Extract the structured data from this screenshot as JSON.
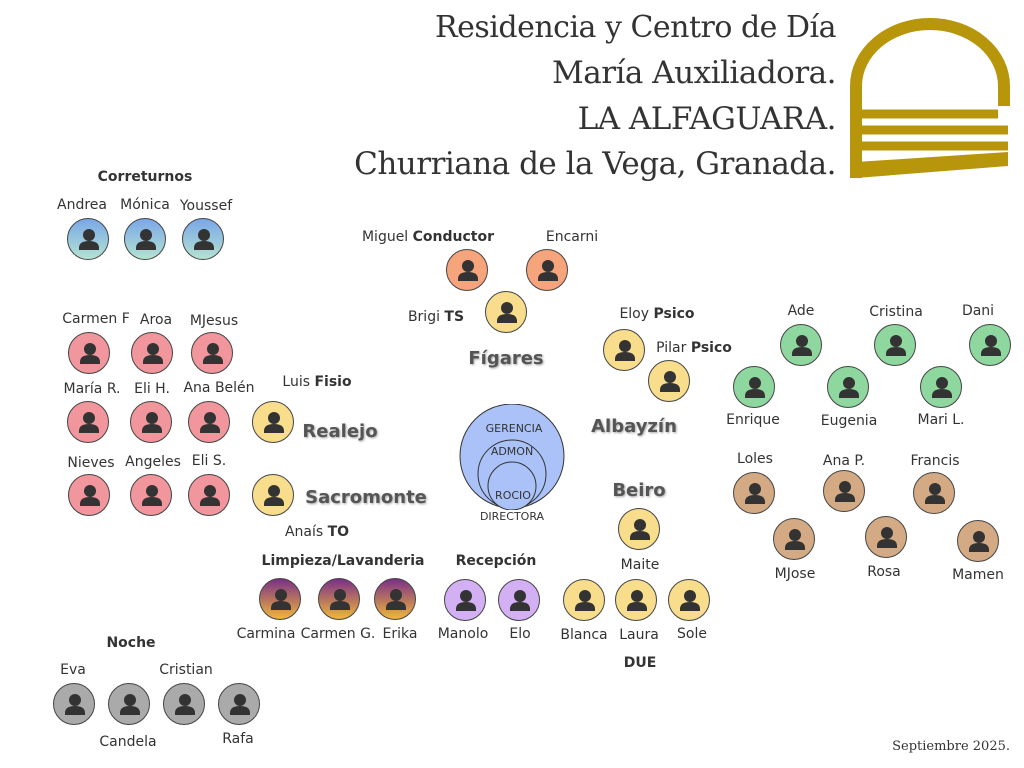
{
  "header": {
    "title_lines": [
      "Residencia y Centro de Día",
      "María Auxiliadora.",
      "LA ALFAGUARA.",
      "Churriana de la  Vega, Granada."
    ],
    "logo_color": "#b8960c"
  },
  "colors": {
    "correturnos": "#7aa7e8",
    "realejo": "#f1969c",
    "yellow": "#f8dd8c",
    "orange": "#f5a47c",
    "albayzin_team": "#8ed8a0",
    "beiro_team": "#d3aa84",
    "limpieza": "#7a3088",
    "recepcion": "#d3b0f4",
    "noche": "#aaaaaa",
    "gerencia": "#aac2f8"
  },
  "icons": {
    "person": "person-icon"
  },
  "sections": {
    "correturnos": "Correturnos",
    "noche": "Noche",
    "limpieza": "Limpieza/Lavanderia",
    "recepcion": "Recepción",
    "due": "DUE"
  },
  "areas": {
    "figares": "Fígares",
    "realejo": "Realejo",
    "sacromonte": "Sacromonte",
    "albayzin": "Albayzín",
    "beiro": "Beiro"
  },
  "roles": {
    "conductor": "Conductor",
    "ts_brigi": "TS",
    "psico_eloy": "Psico",
    "psico_pilar": "Psico",
    "fisio": "Fisio",
    "to": "TO"
  },
  "people": {
    "andrea": "Andrea",
    "monica": "Mónica",
    "youssef": "Youssef",
    "miguel": "Miguel",
    "encarni": "Encarni",
    "brigi": "Brigi",
    "carmen_f": "Carmen F",
    "aroa": "Aroa",
    "mjesus": "MJesus",
    "maria_r": "María R.",
    "eli_h": "Eli H.",
    "ana_belen": "Ana Belén",
    "nieves": "Nieves",
    "angeles": "Angeles",
    "eli_s": "Eli S.",
    "luis": "Luis",
    "anais": "Anaís",
    "eloy": "Eloy",
    "pilar": "Pilar",
    "ade": "Ade",
    "cristina": "Cristina",
    "dani": "Dani",
    "enrique": "Enrique",
    "eugenia": "Eugenia",
    "mari_l": "Mari L.",
    "loles": "Loles",
    "ana_p": "Ana P.",
    "francis": "Francis",
    "mjose": "MJose",
    "rosa": "Rosa",
    "mamen": "Mamen",
    "maite": "Maite",
    "blanca": "Blanca",
    "laura": "Laura",
    "sole": "Sole",
    "carmina": "Carmina",
    "carmen_g": "Carmen G.",
    "erika": "Erika",
    "manolo": "Manolo",
    "elo": "Elo",
    "eva": "Eva",
    "candela": "Candela",
    "cristian": "Cristian",
    "rafa": "Rafa"
  },
  "org": {
    "gerencia": "GERENCIA",
    "admon": "ADMON",
    "rocio": "ROCIO",
    "directora": "DIRECTORA"
  },
  "footer": {
    "date": "Septiembre 2025."
  }
}
